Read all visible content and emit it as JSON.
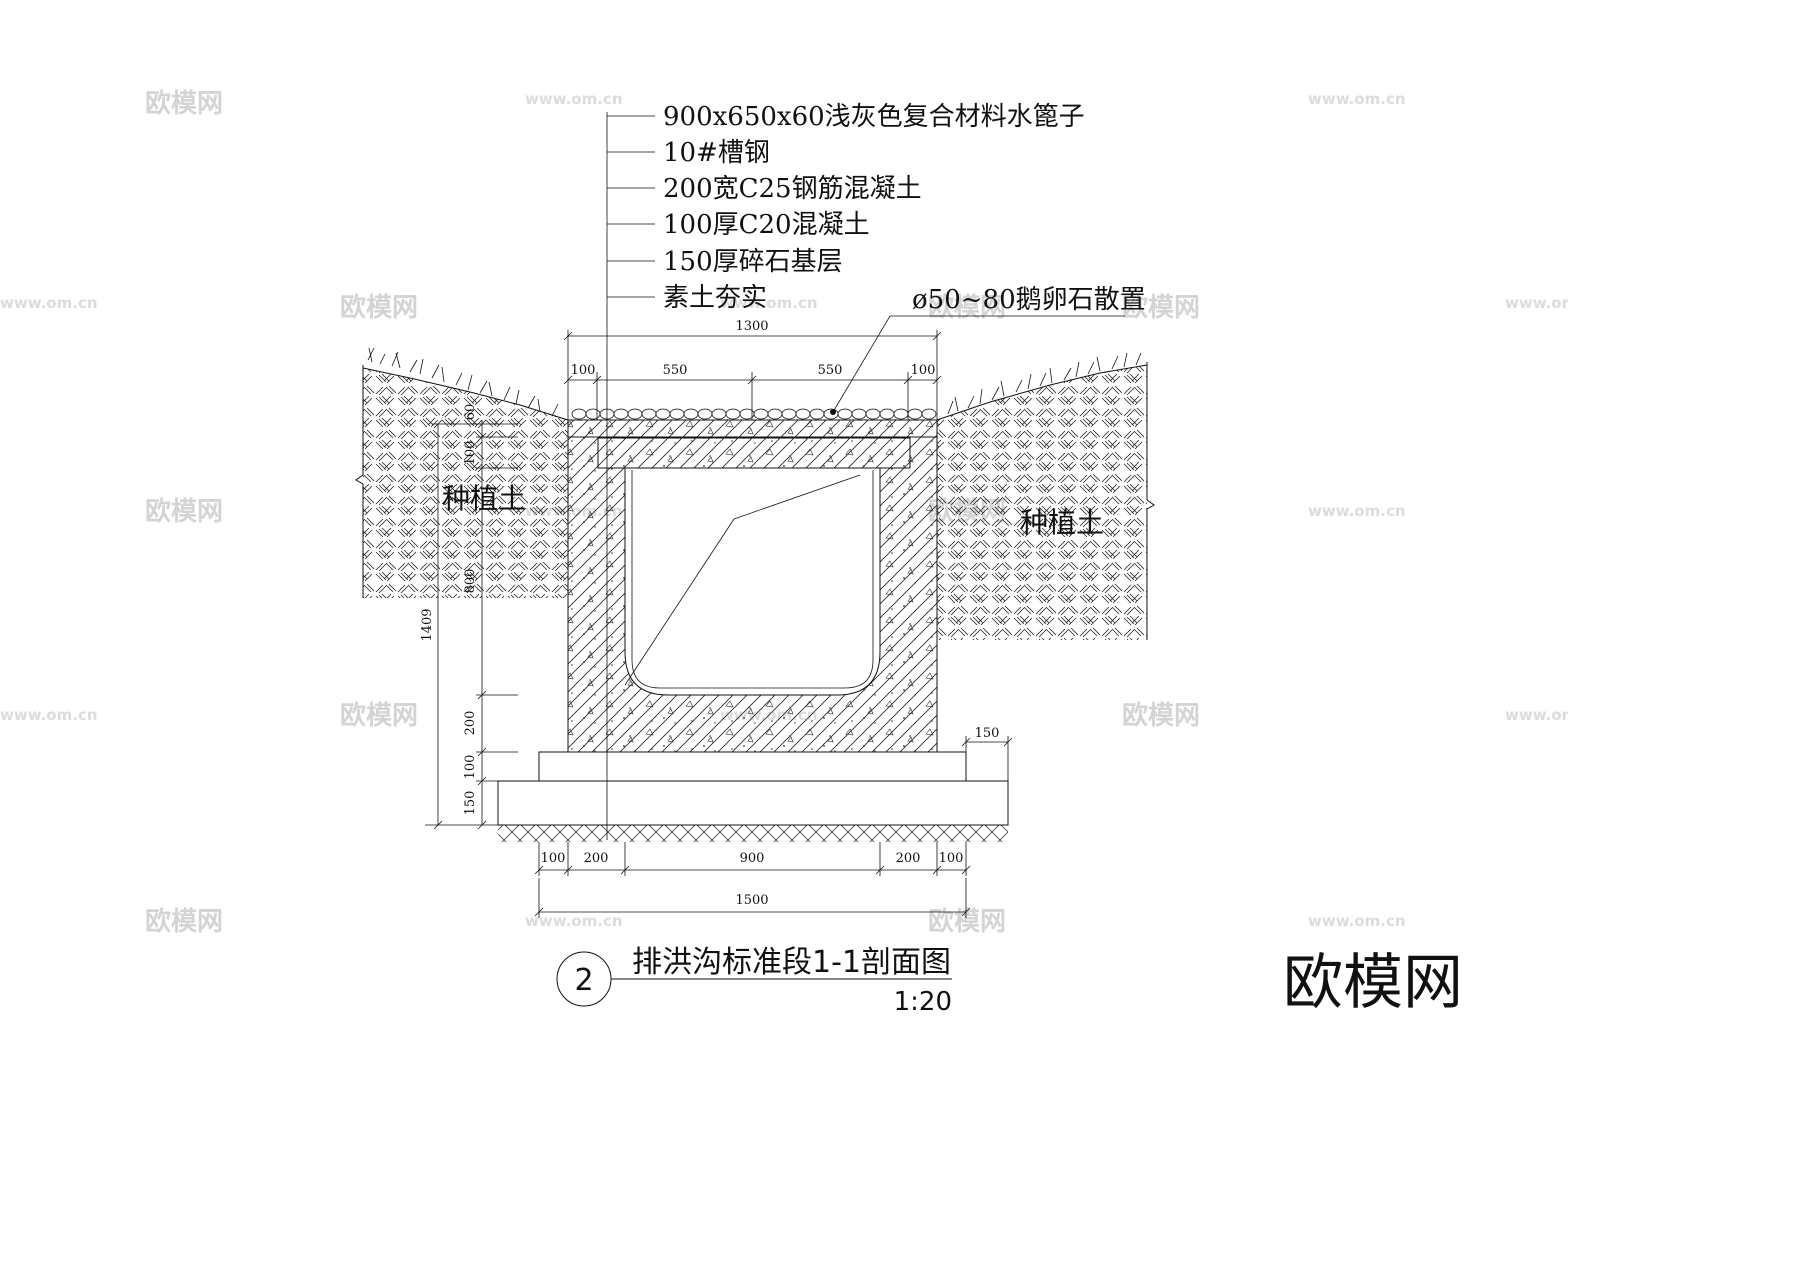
{
  "drawing": {
    "callouts": [
      "900x650x60浅灰色复合材料水篦子",
      "10#槽钢",
      "200宽C25钢筋混凝土",
      "100厚C20混凝土",
      "150厚碎石基层",
      "素土夯实"
    ],
    "pebble_note": "ø50~80鹅卵石散置",
    "soil_left": "种植土",
    "soil_right": "种植土",
    "top_dims": {
      "total": "1300",
      "parts": [
        "100",
        "550",
        "550",
        "100"
      ]
    },
    "left_dims": {
      "total": "1409",
      "parts": [
        "60",
        "100",
        "800",
        "200",
        "100",
        "150"
      ]
    },
    "right_dim": "150",
    "bottom_dims": {
      "parts": [
        "100",
        "200",
        "900",
        "200",
        "100"
      ],
      "total": "1500"
    }
  },
  "title_block": {
    "number": "2",
    "title": "排洪沟标准段1-1剖面图",
    "scale": "1:20"
  },
  "watermark": {
    "brand": "欧模网",
    "url": "www.om.cn",
    "corner_logo": "欧模网"
  }
}
